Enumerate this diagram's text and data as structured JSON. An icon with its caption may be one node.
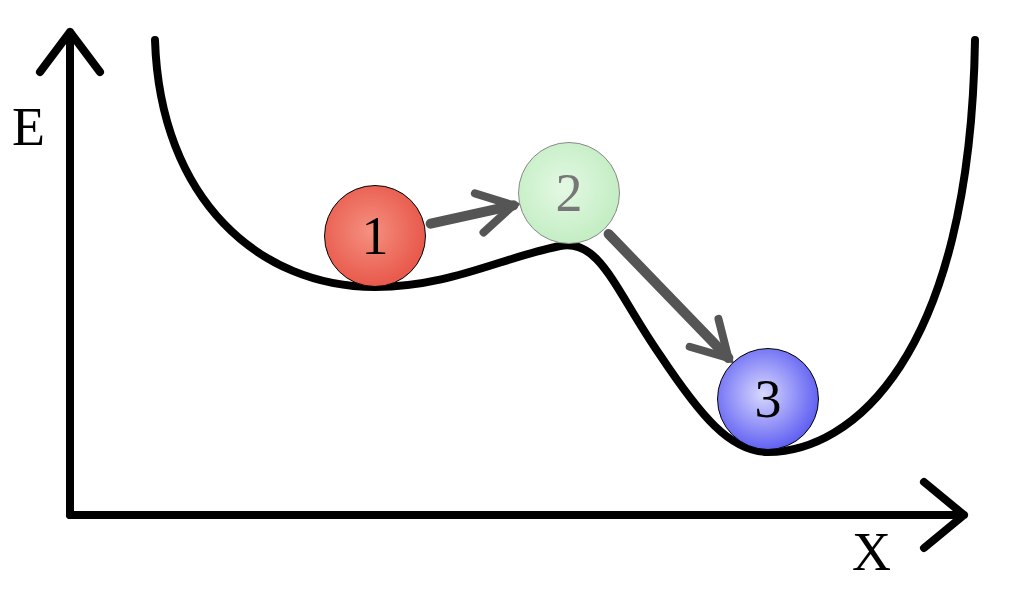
{
  "diagram": {
    "nodes": [
      {
        "text": [
          "1"
        ]
      },
      {
        "text": [
          "2"
        ]
      },
      {
        "text": [
          "3"
        ]
      }
    ],
    "edges": [
      {
        "from": 0,
        "to": 1,
        "arrow": "to"
      },
      {
        "from": 1,
        "to": 2,
        "arrow": "to"
      }
    ],
    "labels": [
      "E",
      "X"
    ]
  }
}
